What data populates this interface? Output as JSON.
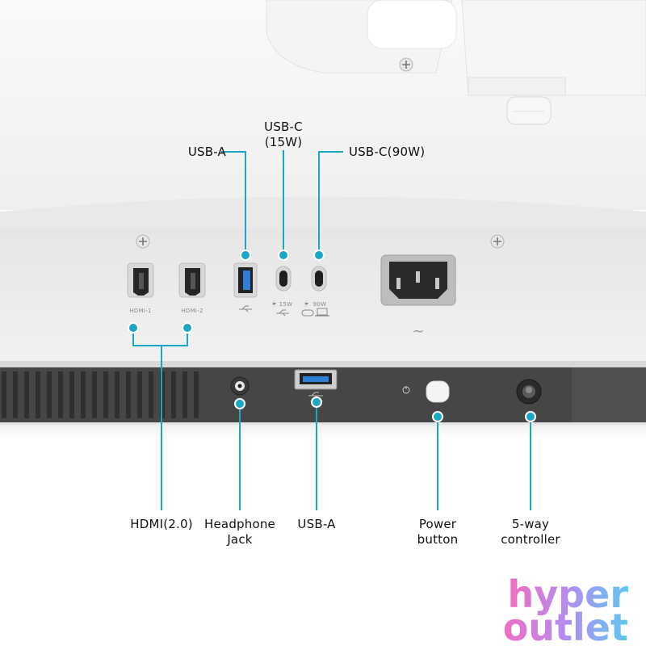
{
  "colors": {
    "accent": "#1aa6c7",
    "housing": "#f2f2f2",
    "panel_dark": "#4a4a4a",
    "logo_gradient": [
      "#f06ec0",
      "#b48cf0",
      "#5ec8f0"
    ]
  },
  "callouts_top": {
    "usb_a": "USB-A",
    "usb_c_15w": "USB-C\n(15W)",
    "usb_c_90w": "USB-C(90W)"
  },
  "callouts_bottom": {
    "hdmi": "HDMI(2.0)",
    "headphone": "Headphone\nJack",
    "usb_a": "USB-A",
    "power": "Power\nbutton",
    "controller": "5-way\ncontroller"
  },
  "port_markings": {
    "hdmi_1": "HDMI-1",
    "hdmi_2": "HDMI-2",
    "usb_c_15w": "15W",
    "usb_c_90w": "90W",
    "ac_symbol": "~"
  },
  "logo": {
    "line1": "hyper",
    "line2": "outlet"
  },
  "icons": [
    "screw-icon",
    "hdmi-port-icon",
    "usb-a-port-icon",
    "usb-c-port-icon",
    "ac-power-socket-icon",
    "headphone-jack-icon",
    "power-button-icon",
    "joystick-icon",
    "usb-symbol-icon",
    "laptop-icon",
    "lightning-icon"
  ]
}
